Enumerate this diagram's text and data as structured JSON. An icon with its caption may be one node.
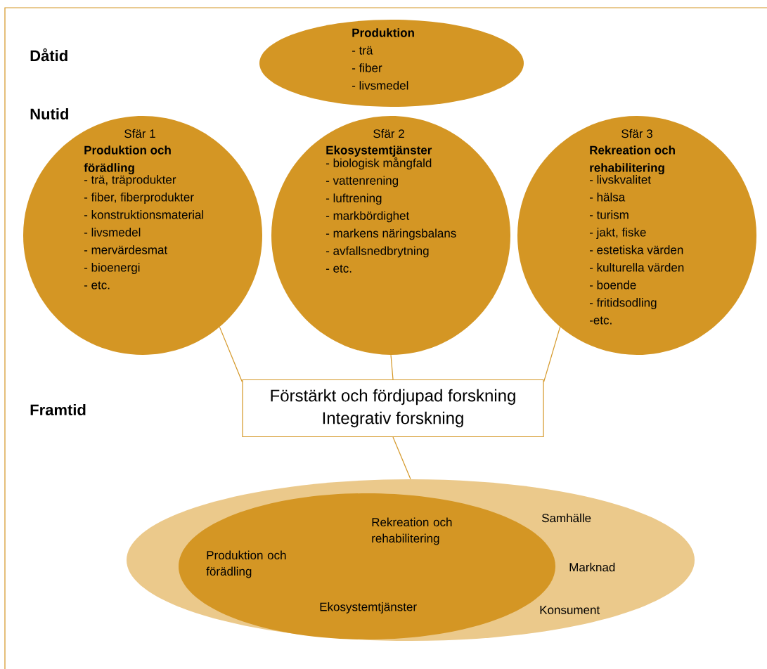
{
  "diagram": {
    "nodes": [
      {
        "text": [
          "Produktion",
          "- trä",
          "- fiber",
          "- livsmedel"
        ]
      },
      {
        "text": [
          "Sfär 1",
          "Produktion och förädling",
          "- trä, träprodukter",
          "- fiber, fiberprodukter",
          "- konstruktionsmaterial",
          "- livsmedel",
          "- mervärdesmat",
          "- bioenergi",
          "- etc."
        ]
      },
      {
        "text": [
          "Sfär 2",
          "Ekosystemtjänster",
          "- biologisk mångfald",
          "- vattenrening",
          "- luftrening",
          "- markbördighet",
          "- markens näringsbalans",
          "- avfallsnedbrytning",
          "- etc."
        ]
      },
      {
        "text": [
          "Sfär 3",
          "Rekreation och rehabilitering",
          "- livskvalitet",
          "- hälsa",
          "- turism",
          "- jakt, fiske",
          "- estetiska värden",
          "- kulturella värden",
          "- boende",
          "- fritidsodling",
          "-etc."
        ]
      },
      {
        "text": [
          "Förstärkt och fördjupad forskning",
          "Integrativ forskning"
        ]
      },
      {
        "text": [
          "Samhälle",
          "Marknad",
          "Konsument"
        ]
      },
      {
        "text": [
          "Rekreation och rehabilitering",
          "Produktion och förädling",
          "Ekosystemtjänster"
        ],
        "in": 5
      }
    ],
    "edges": [
      {
        "from": 1,
        "to": 4,
        "arrow": "none"
      },
      {
        "from": 2,
        "to": 4,
        "arrow": "none"
      },
      {
        "from": 3,
        "to": 4,
        "arrow": "none"
      },
      {
        "from": 4,
        "to": 5,
        "arrow": "none"
      }
    ],
    "labels": [
      "Dåtid",
      "Nutid",
      "Framtid"
    ]
  }
}
